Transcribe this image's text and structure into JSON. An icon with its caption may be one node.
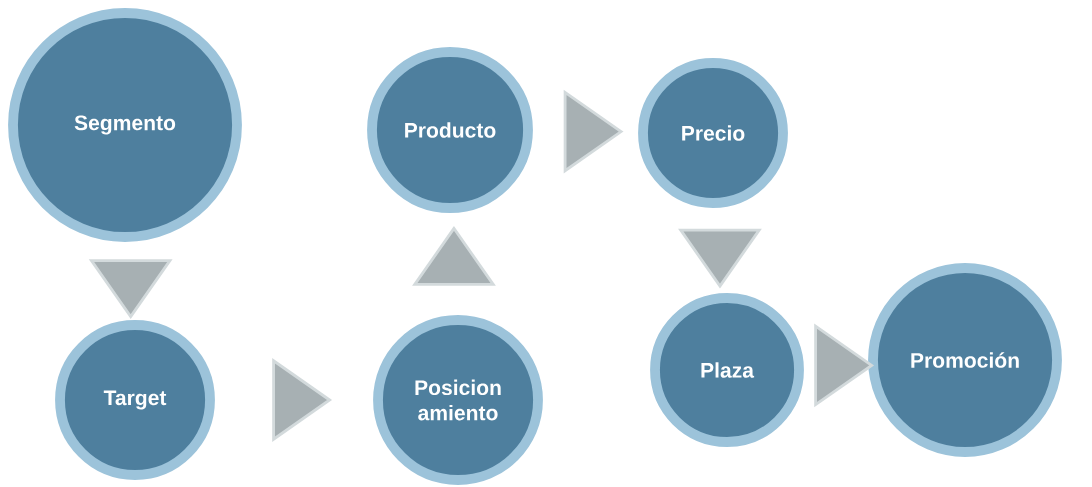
{
  "diagram": {
    "nodes": [
      {
        "text": [
          "Segmento"
        ]
      },
      {
        "text": [
          "Producto"
        ]
      },
      {
        "text": [
          "Precio"
        ]
      },
      {
        "text": [
          "Target"
        ]
      },
      {
        "text": [
          "Posicion amiento"
        ]
      },
      {
        "text": [
          "Plaza"
        ]
      },
      {
        "text": [
          "Promoción"
        ]
      }
    ],
    "edges": [
      {
        "from": 0,
        "to": 3,
        "arrow": "to"
      },
      {
        "from": 3,
        "to": 4,
        "arrow": "to"
      },
      {
        "from": 4,
        "to": 1,
        "arrow": "to"
      },
      {
        "from": 1,
        "to": 2,
        "arrow": "to"
      },
      {
        "from": 2,
        "to": 5,
        "arrow": "to"
      },
      {
        "from": 5,
        "to": 6,
        "arrow": "to"
      }
    ]
  }
}
